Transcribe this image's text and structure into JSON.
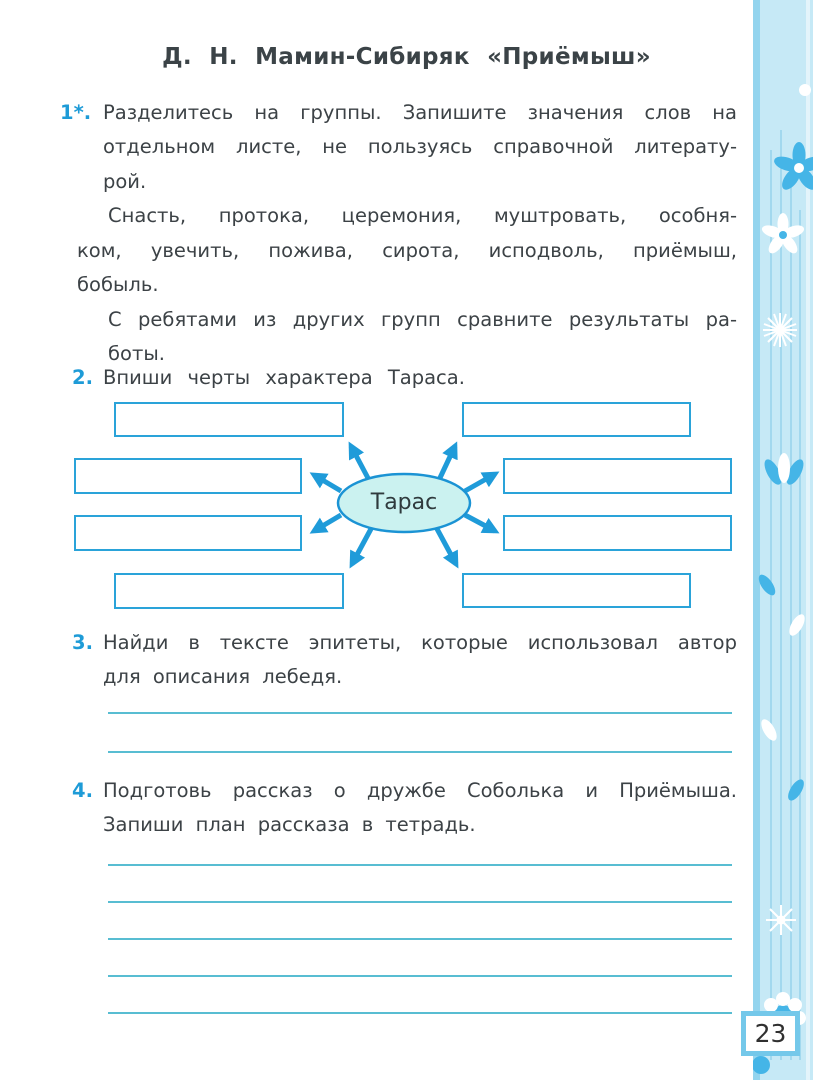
{
  "title": "Д. Н. Мамин-Сибиряк «Приёмыш»",
  "page_number": "23",
  "colors": {
    "accent_blue": "#1e9bd7",
    "box_border": "#2aa3d9",
    "arrow_blue": "#1f9bd9",
    "oval_fill": "#cbf2f0",
    "writing_line": "#58bdd2",
    "sidebar_bg": "#c6e9f6",
    "text": "#3c4246"
  },
  "task1": {
    "number": "1*.",
    "line1": "Разделитесь на группы. Запишите значения слов на",
    "line2": "отдельном листе, не пользуясь справочной литерату-",
    "line3": "рой.",
    "line4": "Снасть, протока, церемония, муштровать, особня-",
    "line5": "ком, увечить, пожива, сирота, исподволь, приёмыш,",
    "line6": "бобыль.",
    "line7": "С ребятами из других групп сравните результаты ра-",
    "line8": "боты."
  },
  "task2": {
    "number": "2.",
    "line1": "Впиши черты характера Тараса.",
    "diagram": {
      "center_label": "Тарас",
      "trait_boxes": 8
    }
  },
  "task3": {
    "number": "3.",
    "line1": "Найди в тексте эпитеты, которые использовал автор",
    "line2": "для описания лебедя.",
    "writing_lines": 2
  },
  "task4": {
    "number": "4.",
    "line1": "Подготовь рассказ о дружбе Соболька и Приёмыша.",
    "line2": "Запиши план рассказа в тетрадь.",
    "writing_lines": 5
  }
}
